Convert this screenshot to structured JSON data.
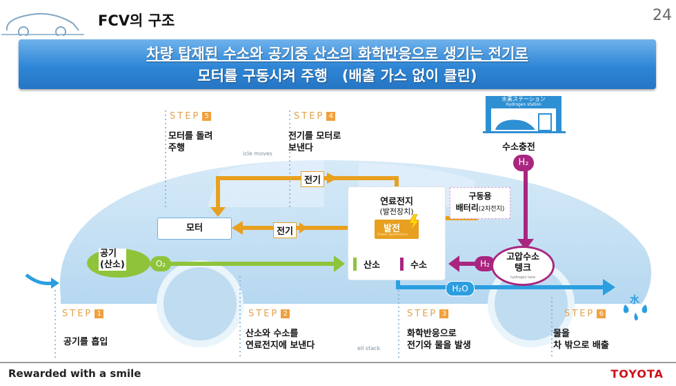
{
  "header": {
    "title": "FCV의 구조",
    "page_number": "24"
  },
  "banner": {
    "line1": "차량 탑재된 수소와 공기중 산소의 화학반응으로 생기는 전기로",
    "line2": "모터를 구동시켜 주행　(배출 가스 없이 클린)"
  },
  "diagram": {
    "station": {
      "sign_line1": "水素ステーション",
      "sign_line2": "Hydrogen station",
      "label": "수소충전",
      "h2_badge": "H₂"
    },
    "steps": [
      {
        "label": "STEP",
        "number": "1",
        "text": "공기를 흡입"
      },
      {
        "label": "STEP",
        "number": "2",
        "text": "산소와 수소를\n연료전지에 보낸다"
      },
      {
        "label": "STEP",
        "number": "3",
        "text": "화학반응으로\n전기와 물을 발생"
      },
      {
        "label": "STEP",
        "number": "4",
        "text": "전기를 모터로\n보낸다"
      },
      {
        "label": "STEP",
        "number": "5",
        "text": "모터를 돌려\n주행"
      },
      {
        "label": "STEP",
        "number": "6",
        "text": "물을\n차 밖으로 배출"
      }
    ],
    "motor": "모터",
    "electricity_top": "전기",
    "electricity_mid": "전기",
    "fuel_cell_title": "연료전지",
    "fuel_cell_sub": "(발전장치)",
    "power_gen": "발전",
    "oxygen": "산소",
    "hydrogen": "수소",
    "battery_line1": "구동용",
    "battery_line2": "배터리",
    "battery_sub": "(2차전지)",
    "air_line1": "공기",
    "air_line2": "(산소)",
    "o2_badge": "O₂",
    "h2_badge": "H₂",
    "h2o_badge": "H₂O",
    "tank_line1": "고압수소",
    "tank_line2": "텡크",
    "tank_sub": "hydrogen tank",
    "water_icon": "水",
    "faint_vehicle_moves": "icle moves",
    "faint_cell_stack": "ell stack",
    "faint_power": "Power generation"
  },
  "footer": {
    "slogan": "Rewarded with a smile",
    "brand": "TOYOTA"
  },
  "colors": {
    "orange": "#e8a020",
    "green": "#8fc43a",
    "magenta": "#a8267f",
    "blue": "#2b9ee0",
    "banner": "#2f86d6"
  }
}
